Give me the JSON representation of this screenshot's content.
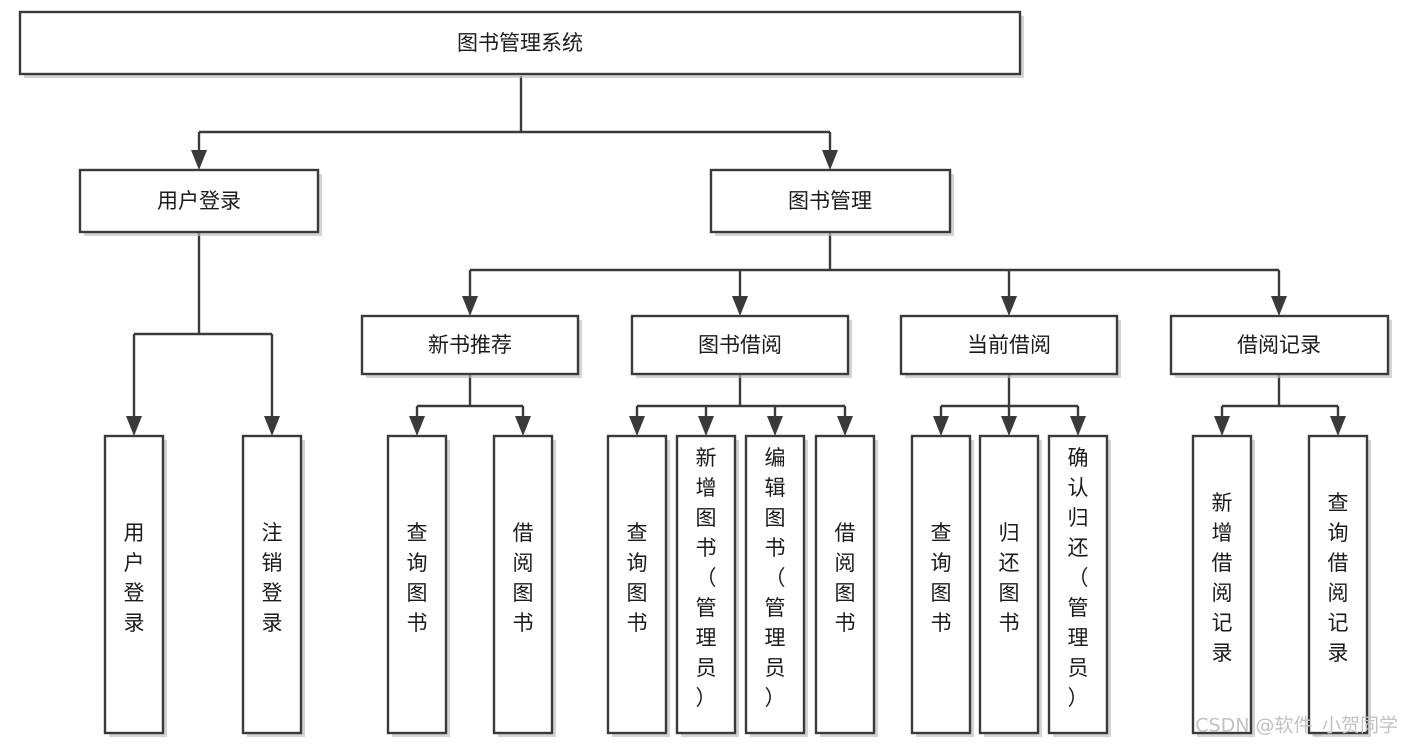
{
  "diagram": {
    "title": "图书管理系统",
    "type": "tree-hierarchy",
    "root": {
      "label": "图书管理系统"
    },
    "level2": [
      {
        "label": "用户登录"
      },
      {
        "label": "图书管理"
      }
    ],
    "level3": [
      {
        "label": "新书推荐"
      },
      {
        "label": "图书借阅"
      },
      {
        "label": "当前借阅"
      },
      {
        "label": "借阅记录"
      }
    ],
    "leaves": {
      "user_login": [
        {
          "label": "用户登录"
        },
        {
          "label": "注销登录"
        }
      ],
      "new_book_recommend": [
        {
          "label": "查询图书"
        },
        {
          "label": "借阅图书"
        }
      ],
      "book_borrow": [
        {
          "label": "查询图书"
        },
        {
          "label": "新增图书（管理员）"
        },
        {
          "label": "编辑图书（管理员）"
        },
        {
          "label": "借阅图书"
        }
      ],
      "current_borrow": [
        {
          "label": "查询图书"
        },
        {
          "label": "归还图书"
        },
        {
          "label": "确认归还（管理员）"
        }
      ],
      "borrow_record": [
        {
          "label": "新增借阅记录"
        },
        {
          "label": "查询借阅记录"
        }
      ]
    }
  },
  "watermark": {
    "text": "CSDN @软件_小贺同学"
  },
  "colors": {
    "stroke": "#3a3a3a",
    "box_fill": "#ffffff",
    "text": "#1b1b1b",
    "background": "#ffffff",
    "watermark": "#c2c2c2",
    "shadow": "#bdbdbd"
  }
}
